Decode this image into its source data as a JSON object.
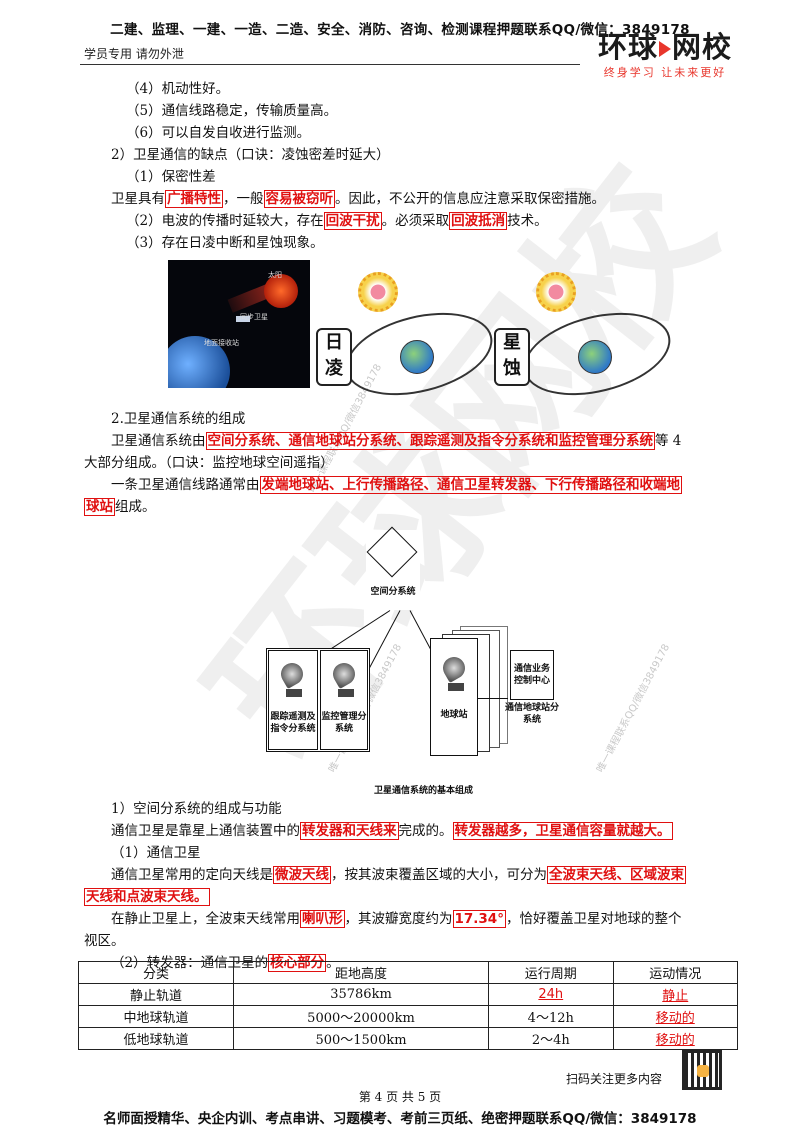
{
  "header": {
    "banner": "二建、监理、一建、一造、二造、安全、消防、咨询、检测课程押题联系QQ/微信：3849178",
    "student_only": "学员专用 请勿外泄",
    "logo_left": "环球",
    "logo_right": "网校",
    "slogan": "终身学习 让未来更好"
  },
  "watermark": {
    "text": "环球网校",
    "small": "唯一课程联系QQ/微信3849178"
  },
  "body": {
    "l1": "（4）机动性好。",
    "l2": "（5）通信线路稳定，传输质量高。",
    "l3": "（6）可以自发自收进行监测。",
    "l4": "2）卫星通信的缺点（口诀：凌蚀密差时延大）",
    "l5": "（1）保密性差",
    "l6": {
      "a": "卫星具有",
      "b": "广播特性",
      "c": "，一般",
      "d": "容易被窃听",
      "e": "。因此，不公开的信息应注意采取保密措施。"
    },
    "l7": {
      "a": "（2）电波的传播时延较大，存在",
      "b": "回波干扰",
      "c": "。必须采取",
      "d": "回波抵消",
      "e": "技术。"
    },
    "l8": "（3）存在日凌中断和星蚀现象。",
    "fig1": {
      "sun": "太阳",
      "sat": "同步卫星",
      "station": "地面接收站",
      "tag1": "日凌",
      "tag2": "星蚀"
    },
    "l9": "2.卫星通信系统的组成",
    "l10": {
      "a": "卫星通信系统由",
      "b": "空间分系统、通信地球站分系统、跟踪遥测及指令分系统和监控管理分系统",
      "c": "等 4"
    },
    "l11": "大部分组成。（口诀：监控地球空间遥指）",
    "l12": {
      "a": "一条卫星通信线路通常由",
      "b": "发端地球站、上行传播路径、通信卫星转发器、下行传播路径和收端地"
    },
    "l13": {
      "b": "球站",
      "c": "组成。"
    },
    "fig2": {
      "space": "空间分系统",
      "ttc": "跟踪遥测及指令分系统",
      "mon": "监控管理分系统",
      "earth": "地球站",
      "center": "通信业务控制中心",
      "group": "通信地球站分系统",
      "caption": "卫星通信系统的基本组成"
    },
    "l14": "1）空间分系统的组成与功能",
    "l15": {
      "a": "通信卫星是靠星上通信装置中的",
      "b": "转发器和天线来",
      "c": "完成的。",
      "d": "转发器越多，卫星通信容量就越大。"
    },
    "l16": "（1）通信卫星",
    "l17": {
      "a": "通信卫星常用的定向天线是",
      "b": "微波天线",
      "c": "，按其波束覆盖区域的大小，可分为",
      "d": "全波束天线、区域波束"
    },
    "l18": {
      "d": "天线和点波束天线。"
    },
    "l19": {
      "a": "在静止卫星上，全波束天线常用",
      "b": "喇叭形",
      "c": "，其波瓣宽度约为",
      "d": "17.34°",
      "e": "，恰好覆盖卫星对地球的整个"
    },
    "l20": "视区。",
    "l21": {
      "a": "（2）转发器：通信卫星的",
      "b": "核心部分",
      "c": "。"
    }
  },
  "table": {
    "headers": [
      "分类",
      "距地高度",
      "运行周期",
      "运动情况"
    ],
    "rows": [
      [
        "静止轨道",
        "35786km",
        "24h",
        "静止"
      ],
      [
        "中地球轨道",
        "5000～20000km",
        "4～12h",
        "移动的"
      ],
      [
        "低地球轨道",
        "500～1500km",
        "2～4h",
        "移动的"
      ]
    ]
  },
  "footer": {
    "qr_text": "扫码关注更多内容",
    "page": "第 4 页 共 5 页",
    "banner": "名师面授精华、央企内训、考点串讲、习题模考、考前三页纸、绝密押题联系QQ/微信：3849178"
  }
}
